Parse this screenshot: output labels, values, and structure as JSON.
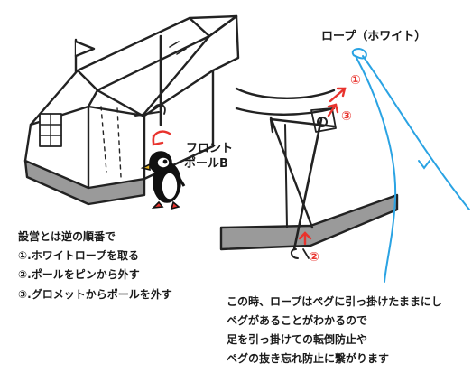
{
  "title_rope": "ロープ（ホワイト）",
  "pole_label": [
    "フロント",
    "ポールB"
  ],
  "markers": [
    "①",
    "②",
    "③"
  ],
  "steps": {
    "heading": "設営とは逆の順番で",
    "items": [
      "①.ホワイトロープを取る",
      "②.ポールをピンから外す",
      "③.グロメットからポールを外す"
    ]
  },
  "note": [
    "この時、ロープはペグに引っ掛けたままにし",
    "ペグがあることがわかるので",
    "足を引っ掛けての転倒防止や",
    "ペグの抜き忘れ防止に繋がります"
  ],
  "colors": {
    "arrow_red": "#e8332d",
    "rope_blue": "#2aa3e3",
    "ground_gray": "#9a9a9a"
  }
}
